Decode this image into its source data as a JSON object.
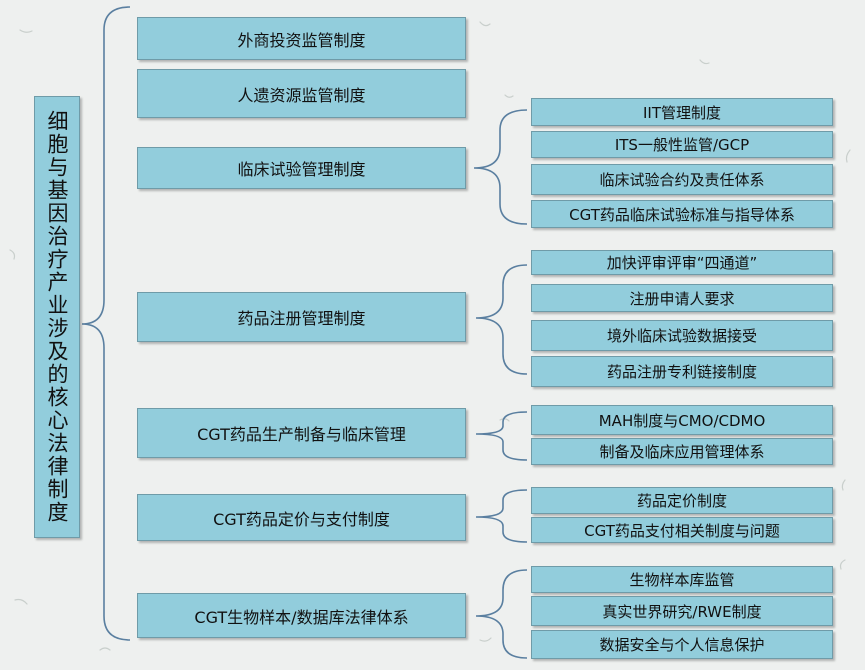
{
  "root": {
    "label": "细胞与基因治疗产业涉及的核心法律制度"
  },
  "branches": [
    {
      "label": "外商投资监管制度",
      "children": []
    },
    {
      "label": "人遗资源监管制度",
      "children": []
    },
    {
      "label": "临床试验管理制度",
      "children": [
        "IIT管理制度",
        "ITS一般性监管/GCP",
        "临床试验合约及责任体系",
        "CGT药品临床试验标准与指导体系"
      ]
    },
    {
      "label": "药品注册管理制度",
      "children": [
        "加快评审评审“四通道”",
        "注册申请人要求",
        "境外临床试验数据接受",
        "药品注册专利链接制度"
      ]
    },
    {
      "label": "CGT药品生产制备与临床管理",
      "children": [
        "MAH制度与CMO/CDMO",
        "制备及临床应用管理体系"
      ]
    },
    {
      "label": "CGT药品定价与支付制度",
      "children": [
        "药品定价制度",
        "CGT药品支付相关制度与问题"
      ]
    },
    {
      "label": "CGT生物样本/数据库法律体系",
      "children": [
        "生物样本库监管",
        "真实世界研究/RWE制度",
        "数据安全与个人信息保护"
      ]
    }
  ],
  "colors": {
    "box_fill": "#92cddc",
    "box_border": "#6f9ba8",
    "connector": "#5a7fa0",
    "background": "#eef0ef"
  }
}
